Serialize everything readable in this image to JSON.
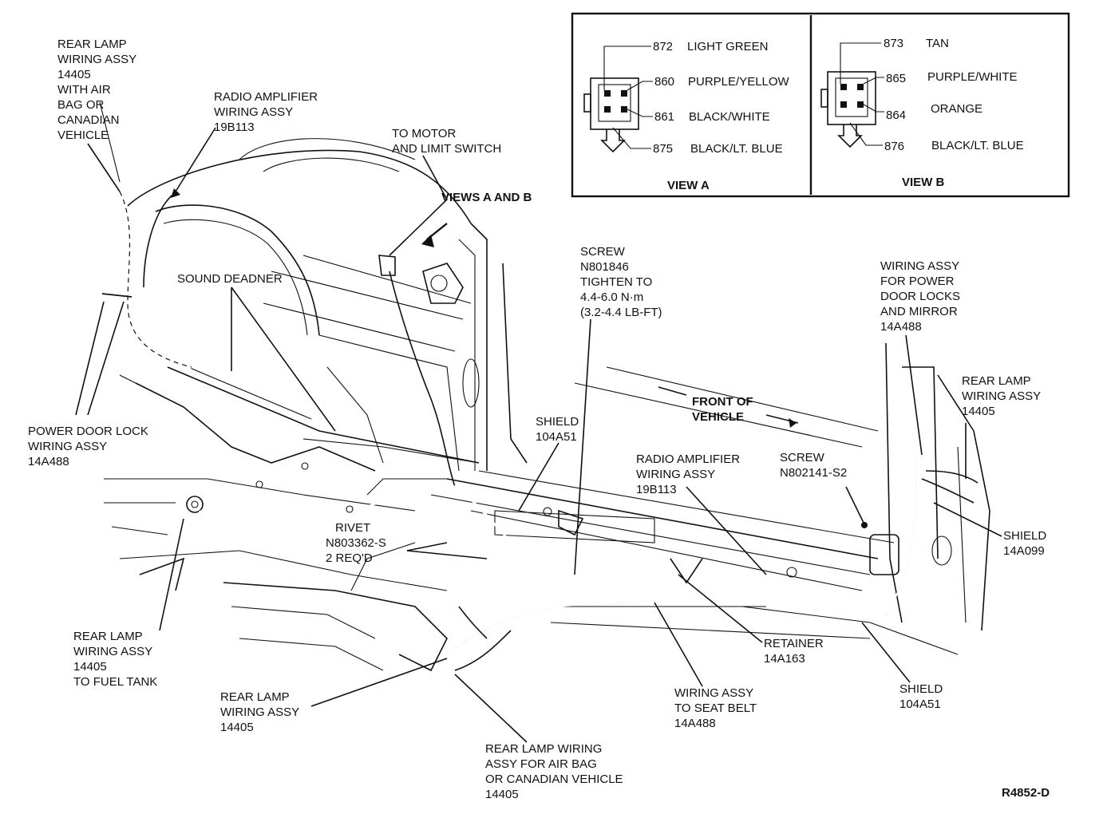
{
  "view_a": {
    "title": "VIEW A",
    "pins": [
      {
        "num": "872",
        "color": "LIGHT GREEN"
      },
      {
        "num": "860",
        "color": "PURPLE/YELLOW"
      },
      {
        "num": "861",
        "color": "BLACK/WHITE"
      },
      {
        "num": "875",
        "color": "BLACK/LT. BLUE"
      }
    ]
  },
  "view_b": {
    "title": "VIEW B",
    "pins": [
      {
        "num": "873",
        "color": "TAN"
      },
      {
        "num": "865",
        "color": "PURPLE/WHITE"
      },
      {
        "num": "864",
        "color": "ORANGE"
      },
      {
        "num": "876",
        "color": "BLACK/LT. BLUE"
      }
    ]
  },
  "labels": {
    "rear_lamp_airbag_top": [
      "REAR LAMP",
      "WIRING ASSY",
      "14405",
      "WITH AIR",
      "BAG OR",
      "CANADIAN",
      "VEHICLE"
    ],
    "radio_amp_top": [
      "RADIO AMPLIFIER",
      "WIRING ASSY",
      "19B113"
    ],
    "motor_switch": [
      "TO MOTOR",
      "AND LIMIT SWITCH"
    ],
    "views_ab": "VIEWS A AND B",
    "sound_deadner": "SOUND DEADNER",
    "power_door_lock": [
      "POWER DOOR LOCK",
      "WIRING ASSY",
      "14A488"
    ],
    "screw_1": [
      "SCREW",
      "N801846",
      "TIGHTEN TO",
      "4.4-6.0 N·m",
      "(3.2-4.4 LB-FT)"
    ],
    "wiring_power_locks": [
      "WIRING ASSY",
      "FOR POWER",
      "DOOR LOCKS",
      "AND MIRROR",
      "14A488"
    ],
    "rear_lamp_right": [
      "REAR LAMP",
      "WIRING ASSY",
      "14405"
    ],
    "front_of_vehicle": [
      "FRONT OF",
      "VEHICLE"
    ],
    "shield_1": [
      "SHIELD",
      "104A51"
    ],
    "radio_amp_mid": [
      "RADIO AMPLIFIER",
      "WIRING ASSY",
      "19B113"
    ],
    "screw_2": [
      "SCREW",
      "N802141-S2"
    ],
    "shield_2": [
      "SHIELD",
      "14A099"
    ],
    "rivet": [
      "RIVET",
      "N803362-S",
      "2 REQ'D"
    ],
    "rear_lamp_fuel": [
      "REAR LAMP",
      "WIRING ASSY",
      "14405",
      "TO FUEL TANK"
    ],
    "retainer": [
      "RETAINER",
      "14A163"
    ],
    "seat_belt": [
      "WIRING ASSY",
      "TO SEAT BELT",
      "14A488"
    ],
    "shield_3": [
      "SHIELD",
      "104A51"
    ],
    "rear_lamp_bottom": [
      "REAR LAMP",
      "WIRING ASSY",
      "14405"
    ],
    "rear_lamp_airbag_bottom": [
      "REAR LAMP WIRING",
      "ASSY FOR AIR BAG",
      "OR CANADIAN VEHICLE",
      "14405"
    ],
    "figure_code": "R4852-D"
  }
}
